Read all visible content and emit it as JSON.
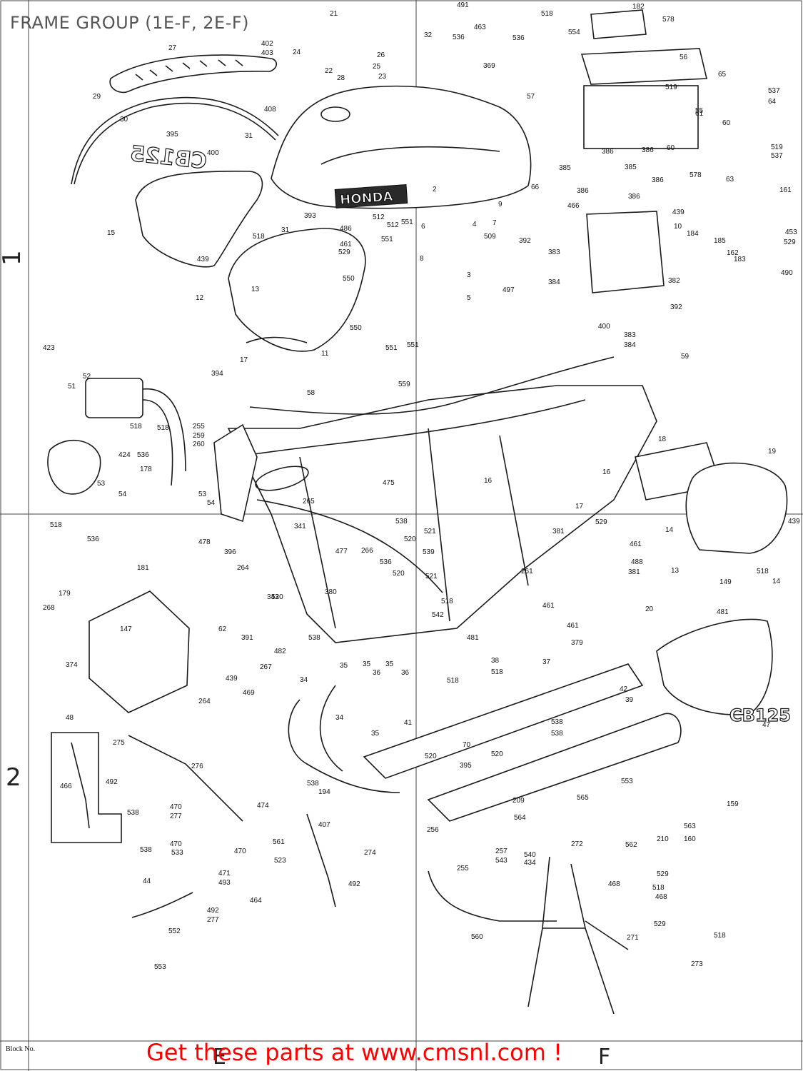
{
  "page": {
    "title": "FRAME GROUP (1E-F, 2E-F)",
    "footer": "Get these parts at www.cmsnl.com !"
  },
  "grid": {
    "row_labels": [
      "1",
      "2"
    ],
    "column_labels": [
      "E",
      "F"
    ],
    "block_label": "Block No."
  },
  "badges": {
    "tank_badge": "HONDA",
    "side_cover_emblem": "CB125",
    "mirrored_emblem": "CB125"
  },
  "callouts": [
    "21",
    "27",
    "24",
    "402",
    "403",
    "26",
    "25",
    "22",
    "28",
    "23",
    "408",
    "29",
    "30",
    "395",
    "400",
    "31",
    "15",
    "393",
    "518",
    "439",
    "31",
    "486",
    "461",
    "529",
    "512",
    "512",
    "551",
    "551",
    "12",
    "13",
    "550",
    "550",
    "551",
    "551",
    "17",
    "11",
    "32",
    "369",
    "491",
    "463",
    "536",
    "518",
    "536",
    "57",
    "554",
    "182",
    "578",
    "56",
    "65",
    "519",
    "537",
    "64",
    "55",
    "61",
    "60",
    "519",
    "537",
    "60",
    "578",
    "63",
    "161",
    "385",
    "386",
    "385",
    "386",
    "386",
    "386",
    "386",
    "466",
    "439",
    "10",
    "2",
    "9",
    "6",
    "4",
    "7",
    "509",
    "8",
    "3",
    "5",
    "497",
    "392",
    "383",
    "384",
    "382",
    "392",
    "66",
    "184",
    "185",
    "183",
    "162",
    "453",
    "529",
    "490",
    "400",
    "383",
    "384",
    "59",
    "423",
    "52",
    "51",
    "394",
    "58",
    "559",
    "255",
    "259",
    "260",
    "518",
    "518",
    "424",
    "536",
    "178",
    "53",
    "54",
    "53",
    "54",
    "265",
    "475",
    "16",
    "16",
    "18",
    "19",
    "17",
    "518",
    "536",
    "268",
    "179",
    "181",
    "478",
    "396",
    "341",
    "477",
    "266",
    "538",
    "520",
    "536",
    "521",
    "539",
    "521",
    "520",
    "264",
    "343",
    "380",
    "381",
    "529",
    "461",
    "488",
    "381",
    "13",
    "14",
    "439",
    "518",
    "14",
    "149",
    "147",
    "374",
    "62",
    "391",
    "439",
    "469",
    "267",
    "264",
    "520",
    "538",
    "482",
    "518",
    "542",
    "261",
    "461",
    "461",
    "379",
    "20",
    "481",
    "481",
    "37",
    "38",
    "518",
    "34",
    "35",
    "35",
    "36",
    "35",
    "36",
    "518",
    "34",
    "35",
    "41",
    "42",
    "39",
    "70",
    "520",
    "538",
    "538",
    "520",
    "395",
    "47",
    "48",
    "466",
    "492",
    "538",
    "470",
    "277",
    "275",
    "276",
    "474",
    "538",
    "194",
    "407",
    "561",
    "523",
    "274",
    "492",
    "538",
    "470",
    "533",
    "470",
    "471",
    "493",
    "492",
    "277",
    "464",
    "44",
    "552",
    "553",
    "553",
    "209",
    "565",
    "564",
    "159",
    "256",
    "257",
    "543",
    "434",
    "540",
    "272",
    "562",
    "210",
    "563",
    "160",
    "255",
    "560",
    "468",
    "529",
    "518",
    "468",
    "529",
    "518",
    "273",
    "271"
  ]
}
